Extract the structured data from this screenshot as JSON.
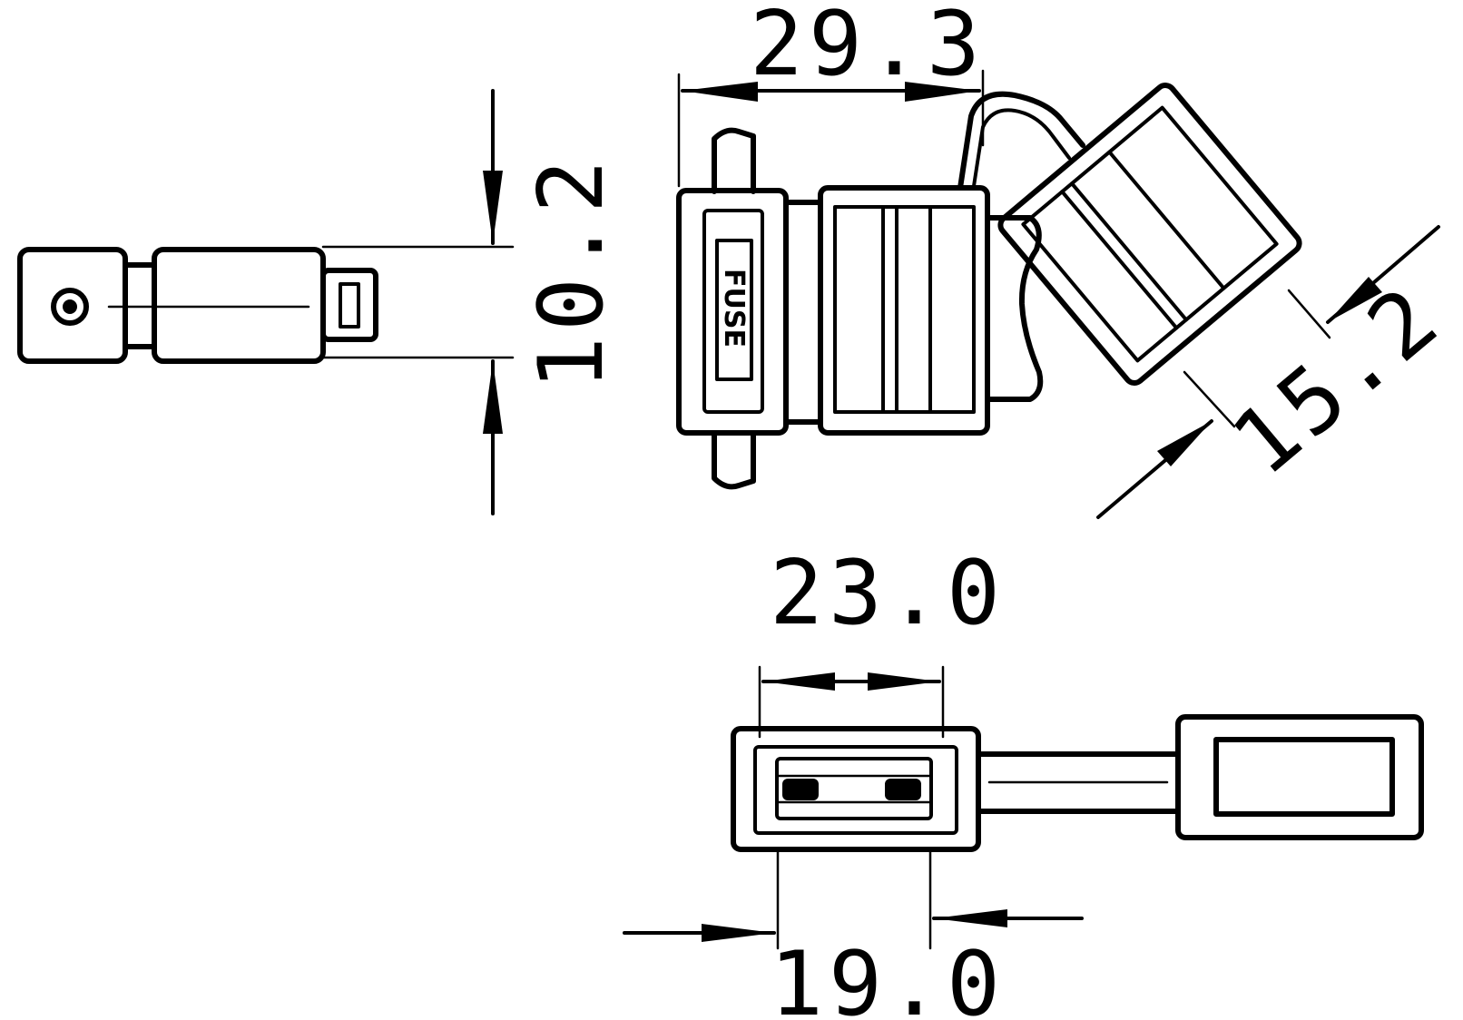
{
  "dimensions": {
    "dim_29_3": "29.3",
    "dim_10_2": "10.2",
    "dim_15_2": "15.2",
    "dim_23_0": "23.0",
    "dim_19_0": "19.0"
  },
  "labels": {
    "fuse_label": "FUSE"
  },
  "colors": {
    "ink": "#000000",
    "paper": "#ffffff"
  }
}
